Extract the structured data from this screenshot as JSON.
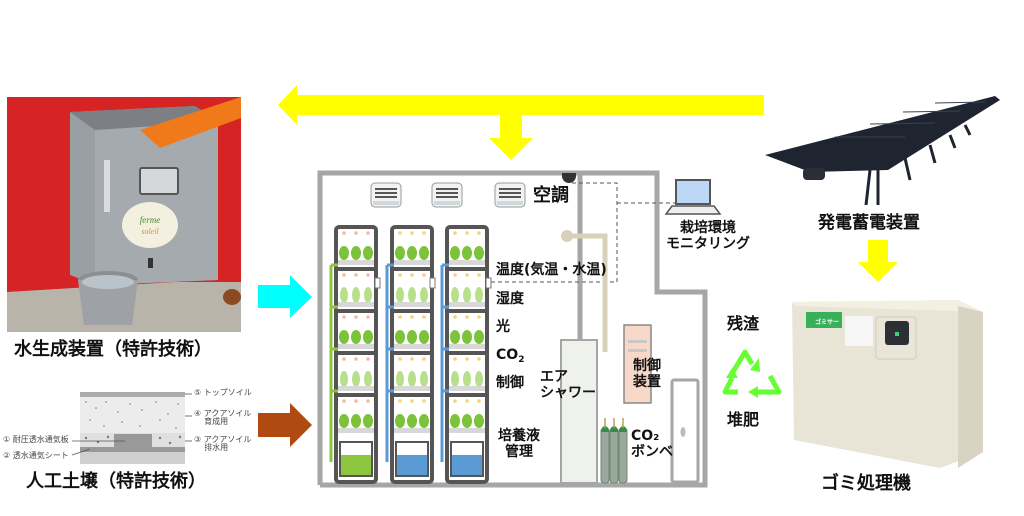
{
  "colors": {
    "power_arrow": "#ffff00",
    "water_arrow": "#00ffff",
    "soil_arrow": "#b04a10",
    "room_outline": "#a6a6a6",
    "rack_frame": "#555555",
    "nutrient_green": "#8cc63f",
    "nutrient_blue": "#5b9bd5",
    "recycle_green": "#66ff33",
    "control_box": "#f8d8c8",
    "pipe": "#d8d0b8"
  },
  "water_generator": {
    "caption": "水生成装置（特許技術）",
    "photo_logo": "ferme du Soleil"
  },
  "artificial_soil": {
    "caption": "人工土壌（特許技術）",
    "layers": [
      {
        "label": "⑤ トップソイル"
      },
      {
        "label": "④ アクアソイル",
        "sub": "育成用"
      },
      {
        "label": "③ アクアソイル",
        "sub": "排水用"
      },
      {
        "label": "① 耐圧透水通気板"
      },
      {
        "label": "② 透水通気シート"
      }
    ]
  },
  "room": {
    "air_conditioning": "空調",
    "monitoring": [
      "栽培環境",
      "モニタリング"
    ],
    "controls": {
      "temp": "温度(気温・水温)",
      "humidity": "湿度",
      "light": "光",
      "co2": "CO",
      "co2_sub": "2",
      "control": "制御",
      "nutrient": [
        "培養液",
        "管理"
      ]
    },
    "air_shower": [
      "エア",
      "シャワー"
    ],
    "control_unit": [
      "制御",
      "装置"
    ],
    "co2_cylinder": [
      "CO₂",
      "ボンベ"
    ]
  },
  "recycle": {
    "top": "残渣",
    "bottom": "堆肥"
  },
  "power_unit": {
    "caption": "発電蓄電装置"
  },
  "garbage_processor": {
    "caption": "ゴミ処理機",
    "label_sticker": "ゴミサー"
  }
}
